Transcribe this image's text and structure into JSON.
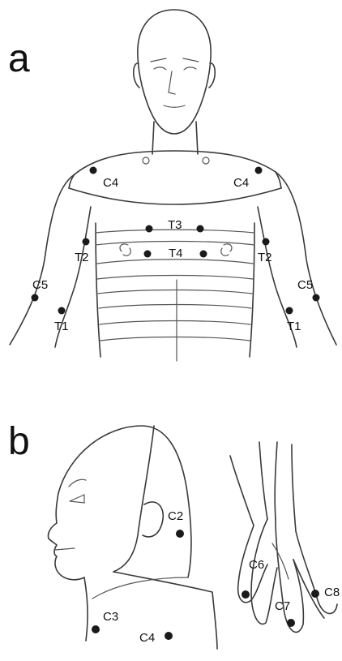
{
  "panels": {
    "a": {
      "label": "a"
    },
    "b": {
      "label": "b"
    }
  },
  "front_labels": {
    "c4_left": "C4",
    "c4_right": "C4",
    "t3": "T3",
    "t4": "T4",
    "t2_left": "T2",
    "t2_right": "T2",
    "c5_left": "C5",
    "c5_right": "C5",
    "t1_left": "T1",
    "t1_right": "T1"
  },
  "side_labels": {
    "c2": "C2",
    "c3": "C3",
    "c4": "C4"
  },
  "hand_labels": {
    "c6": "C6",
    "c7": "C7",
    "c8": "C8"
  },
  "colors": {
    "line": "#3a3a3a",
    "dot": "#1a1a1a",
    "text": "#111111"
  }
}
